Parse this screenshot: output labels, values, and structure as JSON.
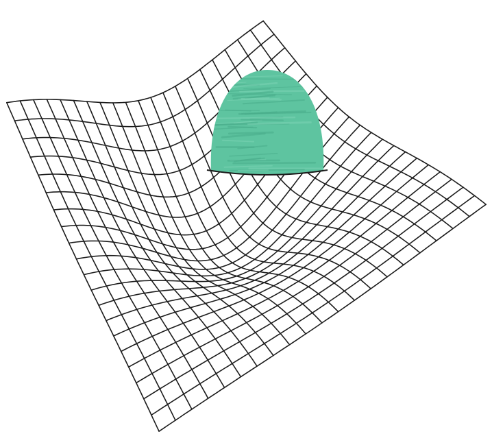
{
  "diagram": {
    "grid": {
      "rows": 20,
      "columns": 20,
      "line_color": "#1c1c1c"
    },
    "sphere": {
      "color": "#5ec4a0",
      "shade_color": "#4aae8b",
      "highlight_color": "#7dd4b4"
    },
    "well": {
      "depth": 0.75,
      "relative_radius": 0.28
    }
  }
}
